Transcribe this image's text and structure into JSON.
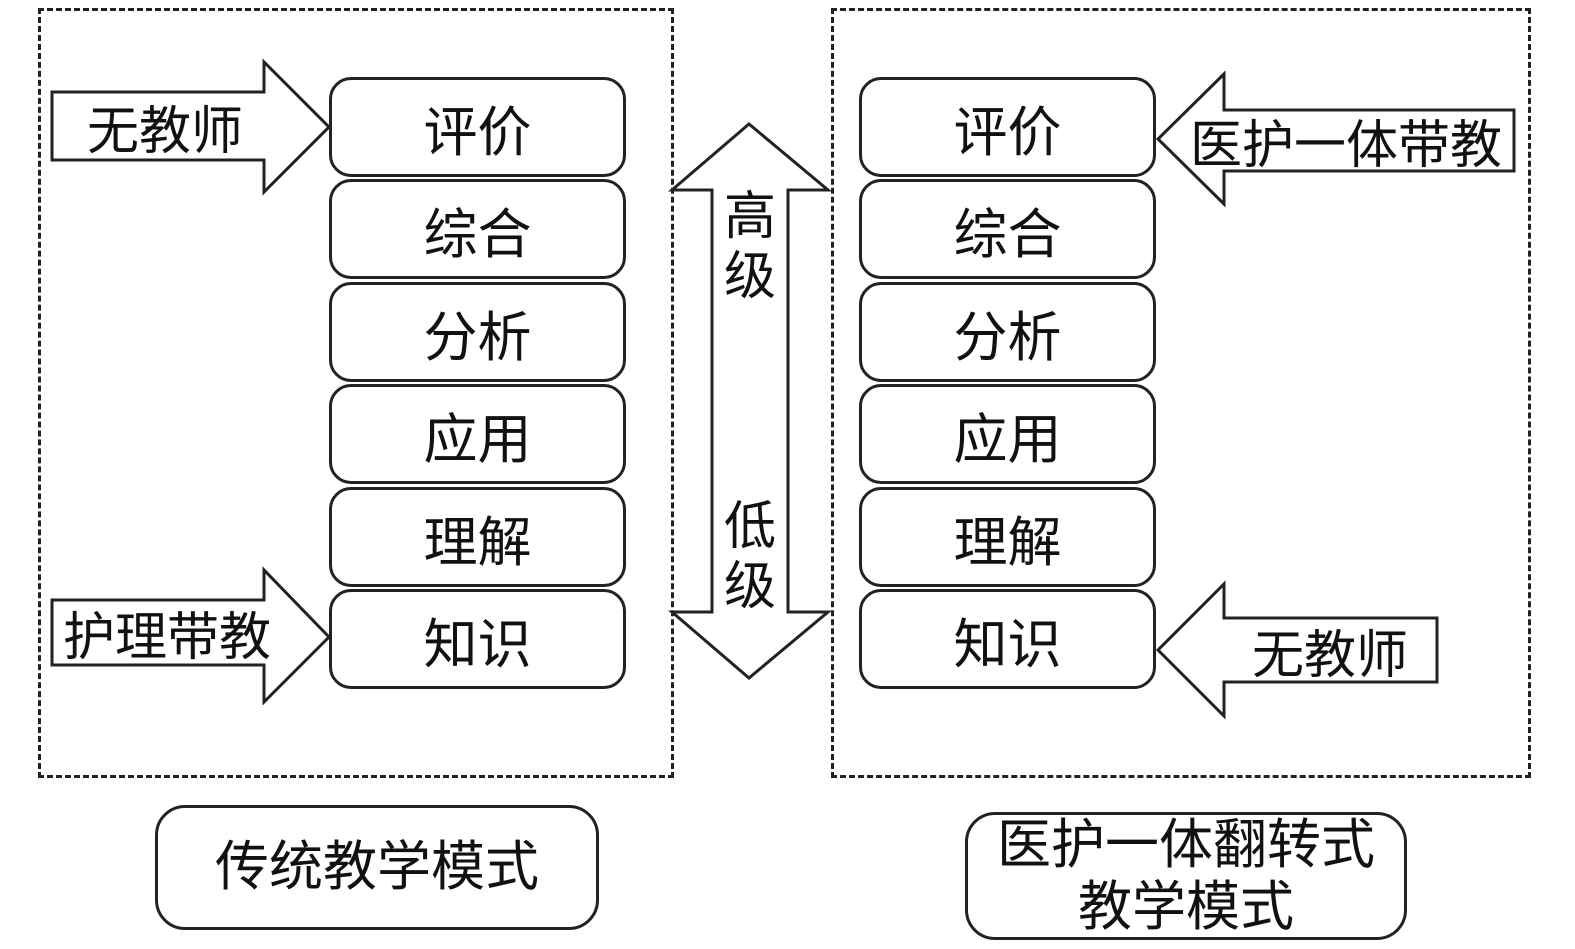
{
  "left": {
    "levels": [
      "评价",
      "综合",
      "分析",
      "应用",
      "理解",
      "知识"
    ],
    "arrow_top": "无教师",
    "arrow_bottom": "护理带教",
    "caption": "传统教学模式"
  },
  "right": {
    "levels": [
      "评价",
      "综合",
      "分析",
      "应用",
      "理解",
      "知识"
    ],
    "arrow_top": "医护一体带教",
    "arrow_bottom": "无教师",
    "caption_line1": "医护一体翻转式",
    "caption_line2": "教学模式"
  },
  "center": {
    "high_1": "高",
    "high_2": "级",
    "low_1": "低",
    "low_2": "级"
  }
}
